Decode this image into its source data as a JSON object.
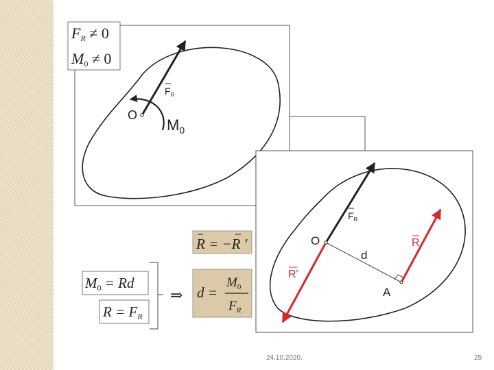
{
  "formulas": {
    "top_line1": "F_R ≠ 0",
    "top_line2": "M_0 ≠ 0",
    "resultant_eq": "R = −R'",
    "moment_eq": "M_0 = Rd",
    "force_eq": "R = F_R",
    "implies": "⇒",
    "d_var": "d =",
    "d_numerator": "M_0",
    "d_denominator": "F_R"
  },
  "figure1": {
    "label_O": "O",
    "label_FR": "F_R",
    "label_M0": "M_0"
  },
  "figure2": {
    "label_O": "O",
    "label_FR": "F_R",
    "label_R": "R",
    "label_Rprime": "R'",
    "label_d": "d",
    "label_A": "A"
  },
  "footer": {
    "date": "24.10.2020.",
    "page": "25"
  },
  "colors": {
    "red_force": "#d9262b",
    "formula_bg": "#dbc9a7",
    "strip_bg": "#efe6cf"
  }
}
